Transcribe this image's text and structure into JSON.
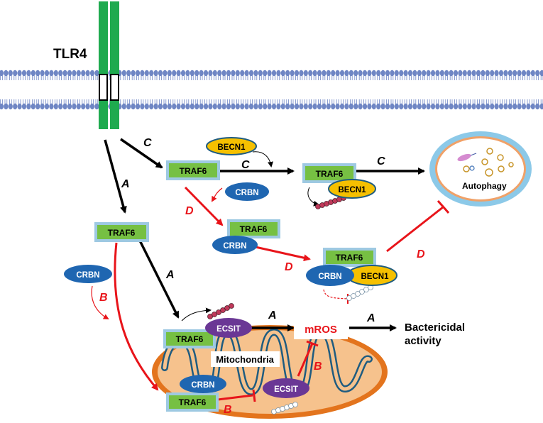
{
  "receptor": {
    "label": "TLR4"
  },
  "proteins": {
    "traf6": "TRAF6",
    "crbn": "CRBN",
    "becn1": "BECN1",
    "ecsit": "ECSIT"
  },
  "organelles": {
    "mitochondria": "Mitochondria",
    "autophagy": "Autophagy"
  },
  "outputs": {
    "mros": "mROS",
    "bactericidal_line1": "Bactericidal",
    "bactericidal_line2": "activity"
  },
  "pathways": {
    "a": "A",
    "b": "B",
    "c": "C",
    "d": "D"
  },
  "colors": {
    "membrane": "#6f86c4",
    "receptor": "#1faa4f",
    "traf6_fill": "#76c043",
    "traf6_border": "#9ec9e2",
    "crbn": "#1f66b1",
    "becn1": "#f5c000",
    "ecsit": "#6a3795",
    "mito_outer": "#e3741d",
    "mito_inner": "#f6c28d",
    "autophagy_ring": "#8cc9e8",
    "inhibit_red": "#e8141a",
    "ub_chain": "#c0395a"
  }
}
